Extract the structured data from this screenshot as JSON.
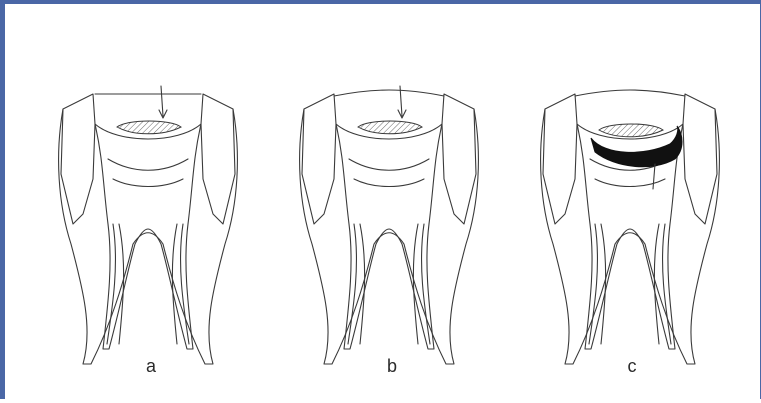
{
  "figure": {
    "frame_color": "#4a67a6",
    "ink_color": "#3a3a3a",
    "panels": [
      {
        "label": "a",
        "variant": "arrow-at-margin"
      },
      {
        "label": "b",
        "variant": "arrow-at-margin"
      },
      {
        "label": "c",
        "variant": "dark-leakage-stain"
      }
    ]
  }
}
